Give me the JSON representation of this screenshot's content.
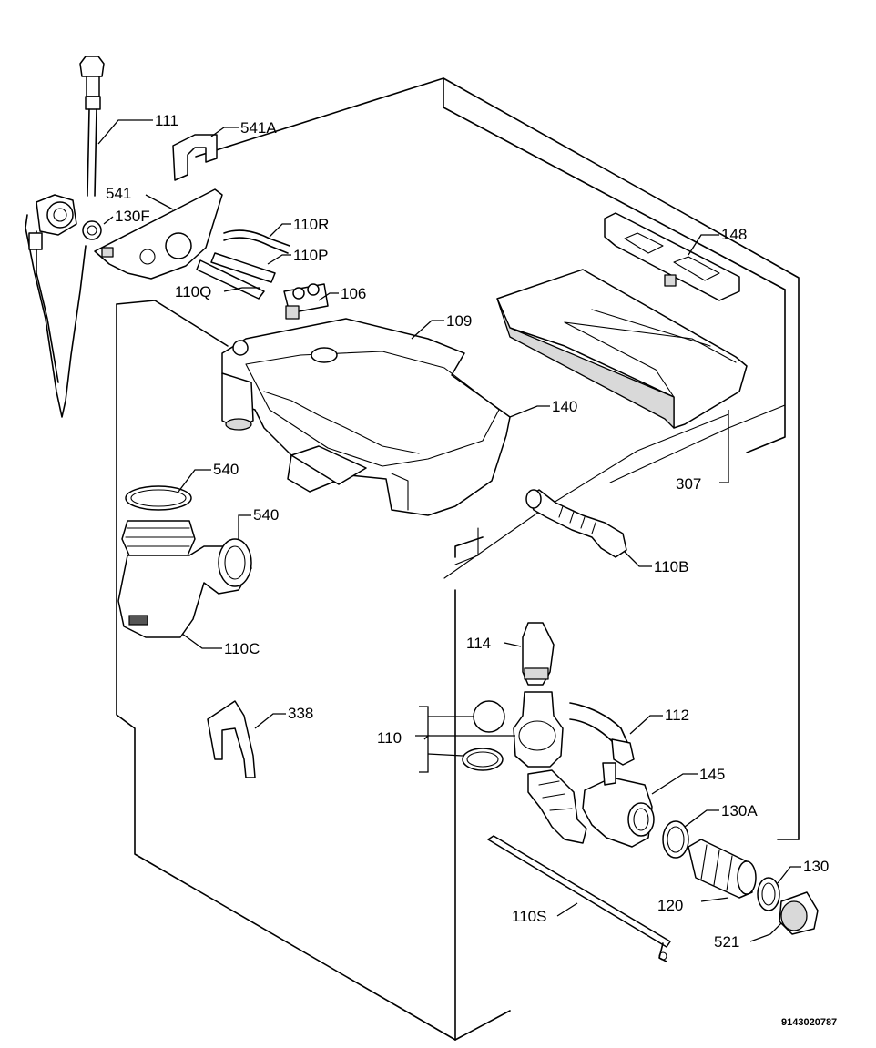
{
  "diagram": {
    "doc_code": "9143020787",
    "labels": {
      "l111": "111",
      "l541a": "541A",
      "l541": "541",
      "l130f": "130F",
      "l110r": "110R",
      "l110p": "110P",
      "l110q": "110Q",
      "l106": "106",
      "l109": "109",
      "l148": "148",
      "l140": "140",
      "l307": "307",
      "l540a": "540",
      "l540b": "540",
      "l110b": "110B",
      "l110c": "110C",
      "l114": "114",
      "l110": "110",
      "l112": "112",
      "l338": "338",
      "l145": "145",
      "l130a": "130A",
      "l130": "130",
      "l120": "120",
      "l110s": "110S",
      "l521": "521"
    }
  }
}
